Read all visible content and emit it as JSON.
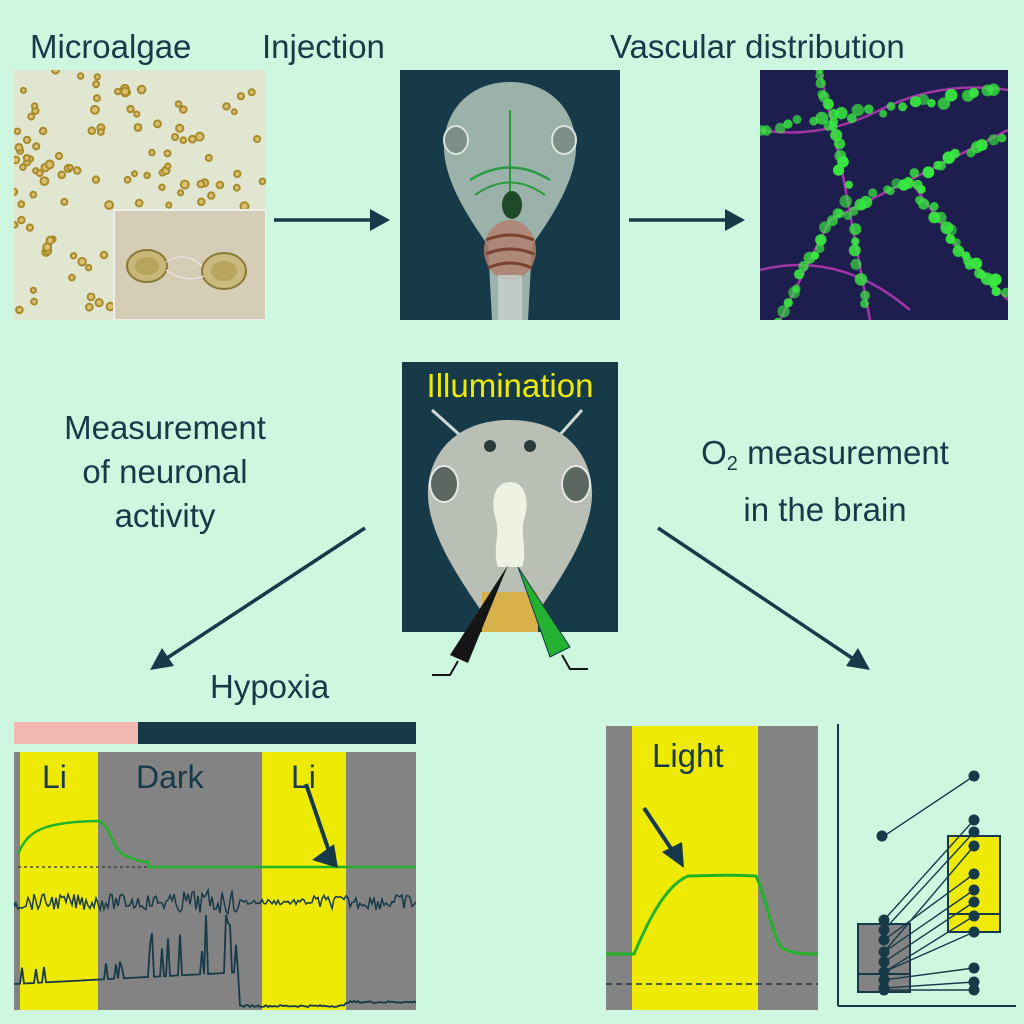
{
  "labels": {
    "microalgae": "Microalgae",
    "injection": "Injection",
    "vascular": "Vascular distribution",
    "illumination": "Illumination",
    "neuronal_line1": "Measurement",
    "neuronal_line2": "of neuronal",
    "neuronal_line3": "activity",
    "o2_prefix": "O",
    "o2_sub": "2",
    "o2_suffix": " measurement",
    "o2_line2": "in the brain",
    "hypoxia": "Hypoxia",
    "li_left": "Li",
    "dark": "Dark",
    "li_right": "Li",
    "light": "Light"
  },
  "colors": {
    "background": "#cef7e0",
    "navy": "#173a49",
    "yellow": "#efea04",
    "gray": "#838383",
    "green_trace": "#22b22a",
    "pink_bar": "#f0b8b0",
    "algae_bg": "#e2e8d0",
    "magenta": "#d83ad0",
    "fluor_green": "#33f040"
  },
  "icons": {
    "arrow": "arrow-icon",
    "electrode_black": "electrode-black-icon",
    "electrode_green": "electrode-green-icon"
  }
}
